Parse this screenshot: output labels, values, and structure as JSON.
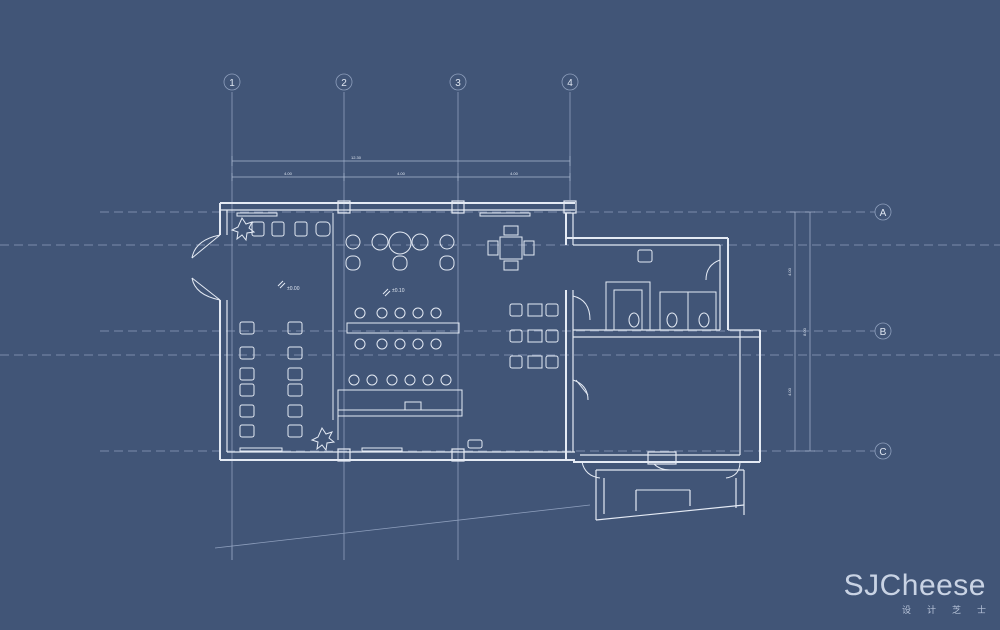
{
  "grid": {
    "columns": [
      "1",
      "2",
      "3",
      "4"
    ],
    "rows": [
      "A",
      "B",
      "C"
    ]
  },
  "levels": [
    "±0.00",
    "±0.10"
  ],
  "dimensions": {
    "overall": "12.30",
    "spans": [
      "4.00",
      "4.00",
      "4.00"
    ],
    "right_spans": [
      "4.00",
      "4.00"
    ],
    "right_overall": "8.00"
  },
  "watermark": {
    "main": "SJCheese",
    "sub": "设计芝士"
  },
  "colors": {
    "background": "#415577",
    "line": "#dfe6f1",
    "grid": "#9aa9c3"
  }
}
